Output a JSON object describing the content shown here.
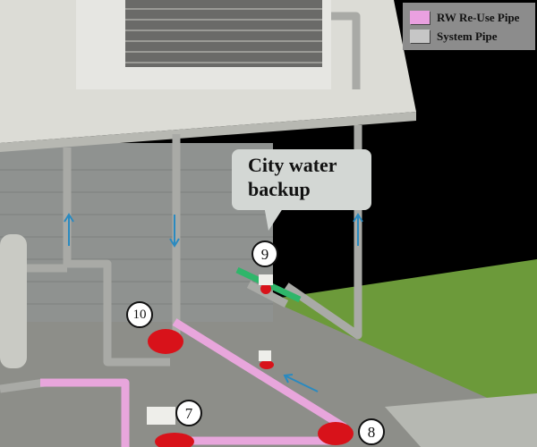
{
  "legend": {
    "items": [
      {
        "label": "RW Re-Use Pipe",
        "color": "#eaa0e0"
      },
      {
        "label": "System Pipe",
        "color": "#c6c6c6"
      }
    ]
  },
  "callout": {
    "text_line1": "City water",
    "text_line2": "backup"
  },
  "markers": [
    "7",
    "8",
    "9",
    "10"
  ],
  "colors": {
    "rw_pipe": "#e8a6dc",
    "system_pipe": "#a9aaa6",
    "valve": "#d8121a",
    "grass": "#6c9a3a",
    "arrow": "#2a8ac0"
  }
}
